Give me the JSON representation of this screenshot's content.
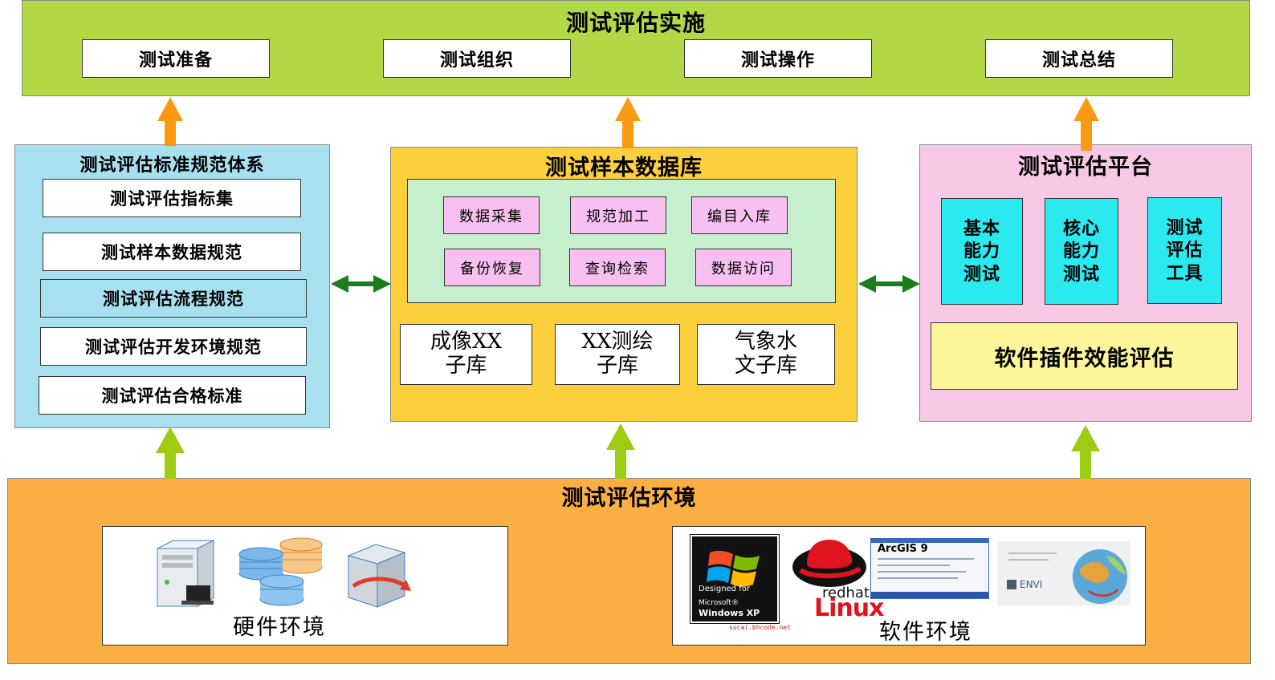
{
  "top": {
    "title": "测试评估实施",
    "items": [
      "测试准备",
      "测试组织",
      "测试操作",
      "测试总结"
    ]
  },
  "left": {
    "title": "测试评估标准规范体系",
    "items": [
      "测试评估指标集",
      "测试样本数据规范",
      "测试评估流程规范",
      "测试评估开发环境规范",
      "测试评估合格标准"
    ]
  },
  "middle": {
    "title": "测试样本数据库",
    "process_items": [
      "数据采集",
      "规范加工",
      "编目入库",
      "备份恢复",
      "查询检索",
      "数据访问"
    ],
    "sub_libraries": [
      {
        "line1": "成像XX",
        "line2": "子库"
      },
      {
        "line1": "XX测绘",
        "line2": "子库"
      },
      {
        "line1": "气象水",
        "line2": "文子库"
      }
    ]
  },
  "right": {
    "title": "测试评估平台",
    "tools": [
      {
        "l1": "基本",
        "l2": "能力",
        "l3": "测试"
      },
      {
        "l1": "核心",
        "l2": "能力",
        "l3": "测试"
      },
      {
        "l1": "测试",
        "l2": "评估",
        "l3": "工具"
      }
    ],
    "plugin_eval": "软件插件效能评估"
  },
  "bottom": {
    "title": "测试评估环境",
    "hardware_label": "硬件环境",
    "software_label": "软件环境",
    "software_logos": {
      "windows_line1": "Designed for",
      "windows_line2": "Microsoft®",
      "windows_line3": "Windows XP",
      "windows_url": "sucai.bhcode.net",
      "redhat_text": "redhat",
      "linux_text": "Linux",
      "arcgis_title": "ArcGIS 9",
      "envi_text": "ENVI"
    }
  },
  "colors": {
    "top_bg": "#b2d846",
    "left_bg": "#a8e0ef",
    "middle_bg": "#fcd03c",
    "middle_inner": "#c6efce",
    "process_bg": "#f7c0f0",
    "right_bg": "#f8c9e6",
    "tool_bg": "#2aeaf0",
    "plugin_bg": "#fdf59a",
    "bottom_bg": "#fbae44",
    "arrow_orange": "#fb9a12",
    "arrow_green": "#9dcc12",
    "arrow_dark_green": "#1b7d1b"
  }
}
